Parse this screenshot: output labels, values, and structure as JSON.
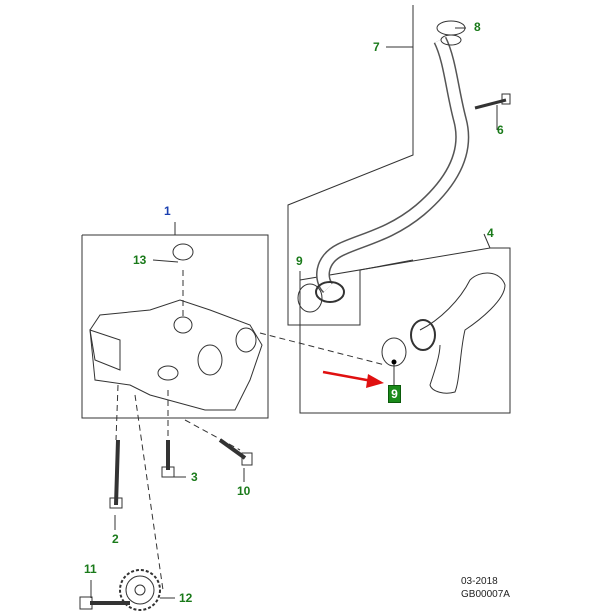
{
  "callouts": {
    "c1": "1",
    "c2": "2",
    "c3": "3",
    "c4": "4",
    "c6": "6",
    "c7": "7",
    "c8": "8",
    "c9a": "9",
    "c9b": "9",
    "c10": "10",
    "c11": "11",
    "c12": "12",
    "c13": "13"
  },
  "highlighted_part": "9",
  "footer": {
    "date": "03-2018",
    "code": "GB00007A"
  },
  "colors": {
    "callout": "#1a7a1a",
    "assembly": "#1a3fb0",
    "highlight": "#1a8a1a",
    "arrow": "#e01010"
  }
}
